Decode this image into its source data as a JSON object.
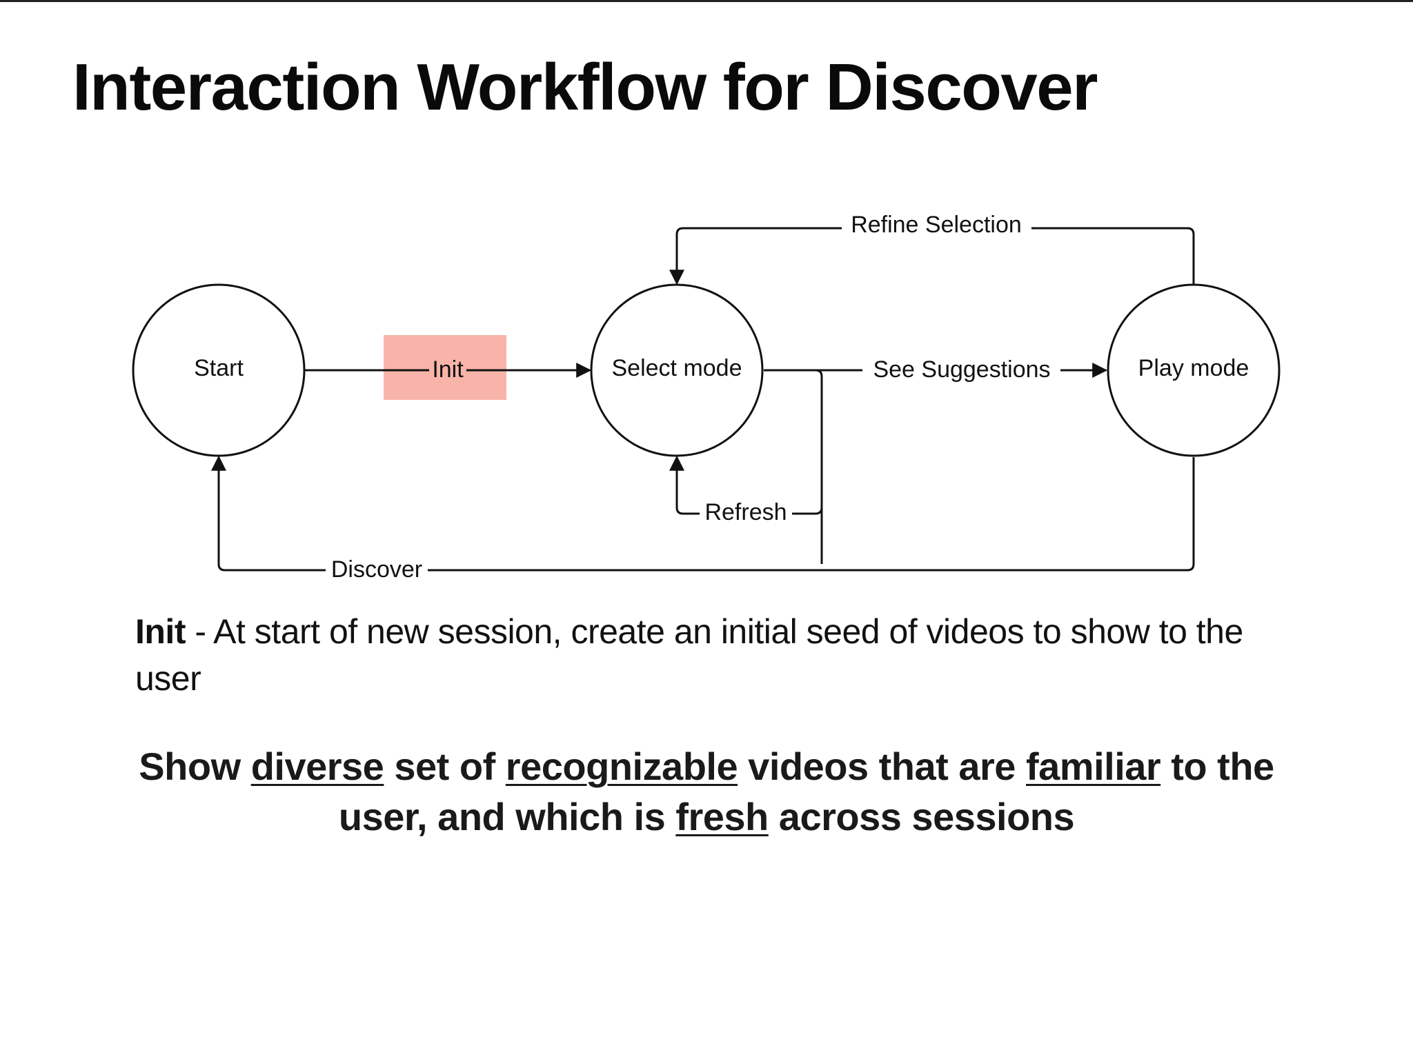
{
  "slide": {
    "title": "Interaction Workflow for Discover"
  },
  "diagram": {
    "nodes": {
      "start": "Start",
      "select_mode": "Select mode",
      "play_mode": "Play mode"
    },
    "edges": {
      "init": "Init",
      "see_suggestions": "See Suggestions",
      "refine_selection": "Refine Selection",
      "refresh": "Refresh",
      "discover": "Discover"
    },
    "highlight_color": "#f9b4aa",
    "highlighted_edge": "init"
  },
  "definition": {
    "term": "Init",
    "separator": " - ",
    "text": "At start of new session, create an initial seed of videos to show to the user"
  },
  "emphasis": {
    "p1": "Show ",
    "u1": "diverse",
    "p2": " set of ",
    "u2": "recognizable",
    "p3": " videos that are ",
    "u3": "familiar",
    "p4": " to the user, and which is ",
    "u4": "fresh",
    "p5": " across sessions"
  }
}
